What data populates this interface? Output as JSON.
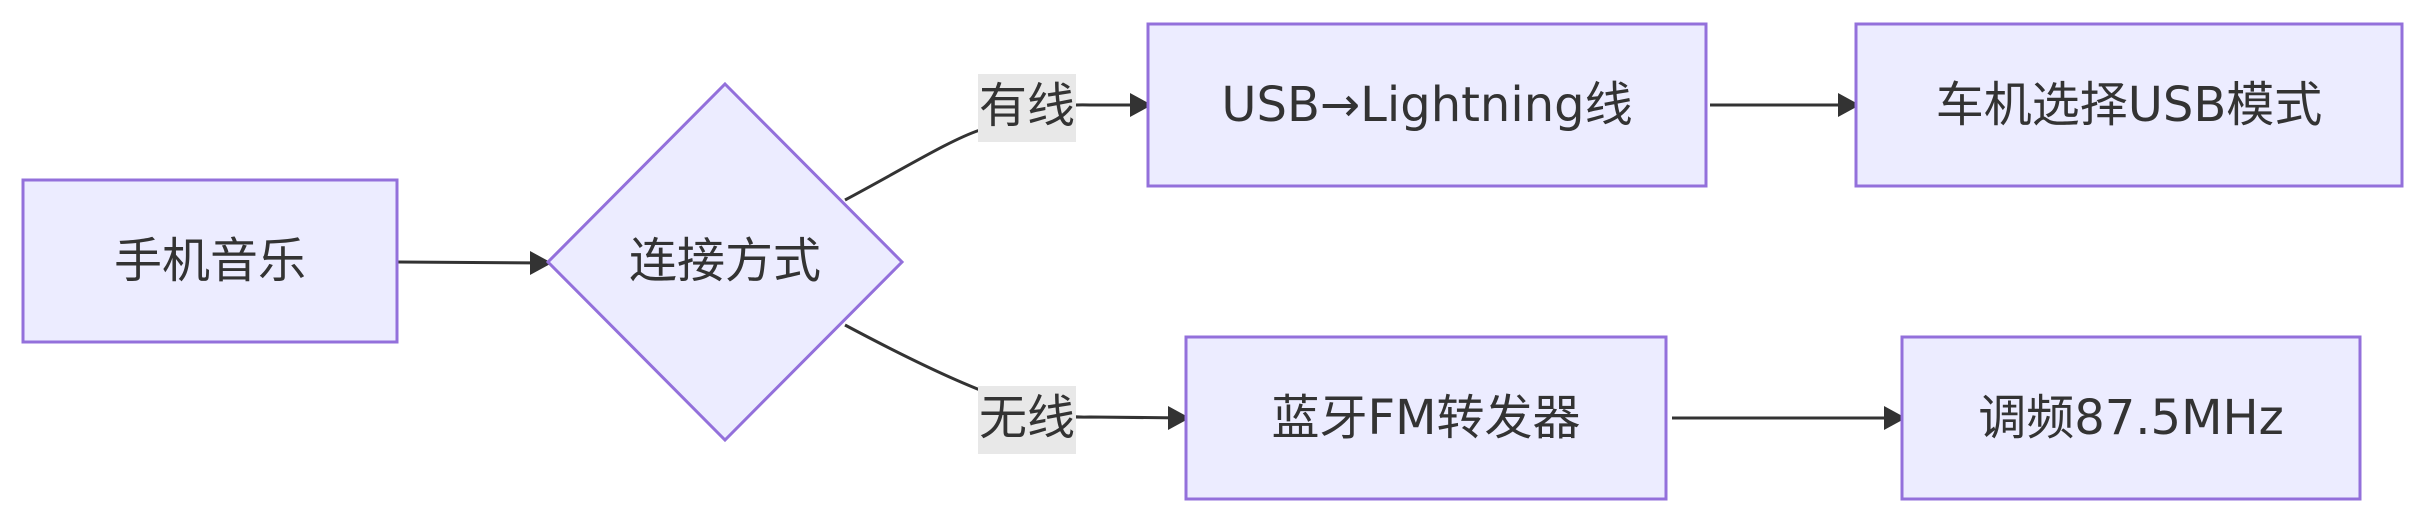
{
  "nodes": {
    "phone_music": "手机音乐",
    "connection_method": "连接方式",
    "usb_cable": "USB→Lightning线",
    "car_usb_mode": "车机选择USB模式",
    "bt_fm_transmitter": "蓝牙FM转发器",
    "fm_frequency": "调频87.5MHz"
  },
  "edge_labels": {
    "wired": "有线",
    "wireless": "无线"
  },
  "colors": {
    "node_fill": "#ECECFF",
    "node_stroke": "#9370DB",
    "edge": "#333333",
    "label_bg": "#e8e8e8"
  }
}
